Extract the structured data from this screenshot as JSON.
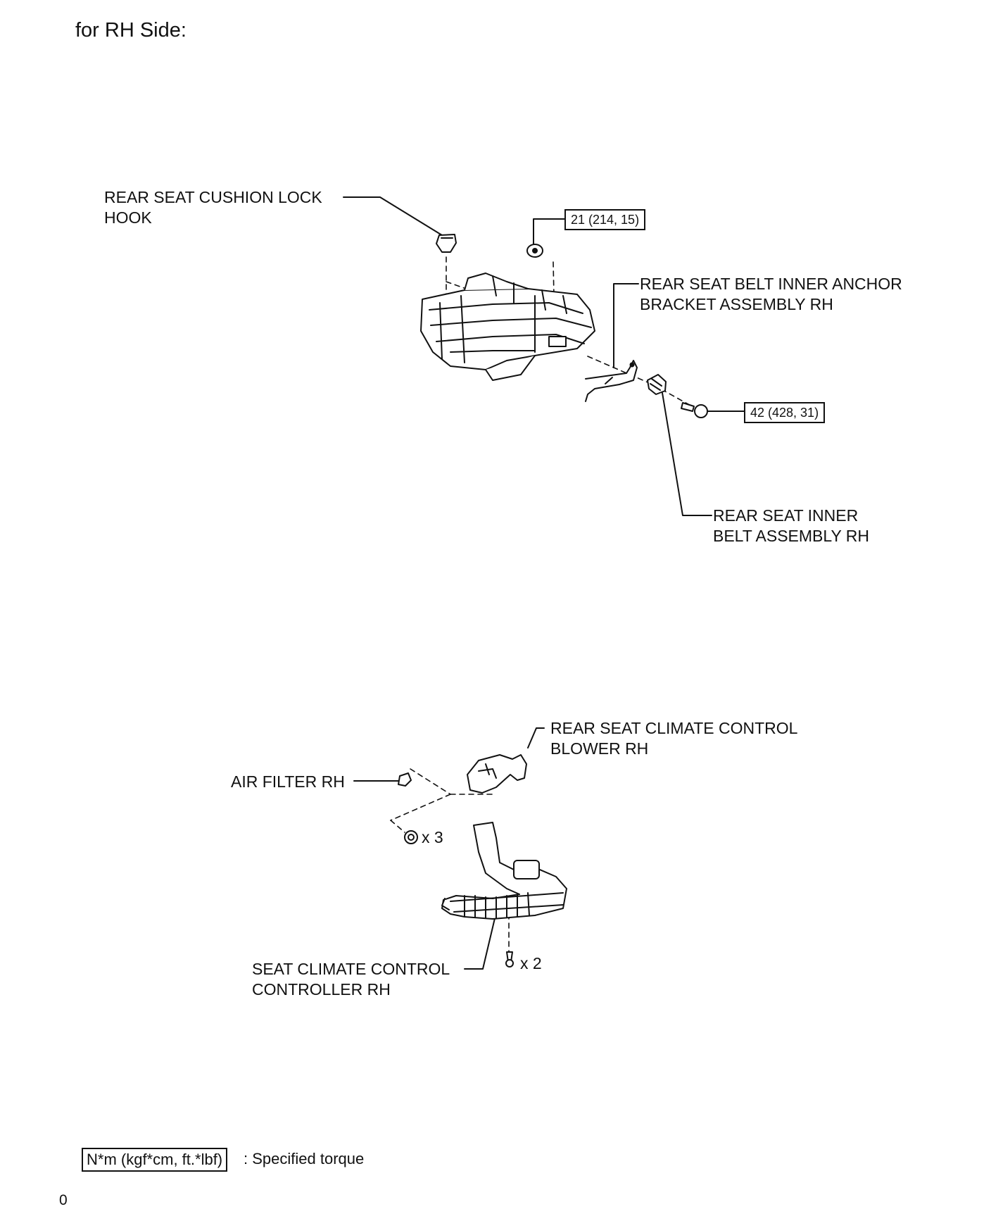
{
  "header": {
    "title": "for RH Side:"
  },
  "top_assembly": {
    "labels": {
      "lock_hook": "REAR SEAT CUSHION LOCK\nHOOK",
      "anchor_bracket": "REAR SEAT BELT INNER ANCHOR\nBRACKET ASSEMBLY RH",
      "inner_belt": "REAR SEAT INNER\nBELT ASSEMBLY RH"
    },
    "torques": {
      "nut_torque": "21 (214, 15)",
      "bolt_torque": "42 (428, 31)"
    }
  },
  "bottom_assembly": {
    "labels": {
      "blower": "REAR SEAT CLIMATE CONTROL\nBLOWER RH",
      "air_filter": "AIR FILTER RH",
      "controller": "SEAT CLIMATE CONTROL\nCONTROLLER RH"
    },
    "quantities": {
      "nuts": "x 3",
      "screws": "x 2"
    }
  },
  "legend": {
    "unit_box": "N*m (kgf*cm, ft.*lbf)",
    "text": ": Specified torque"
  },
  "footer": {
    "page_number": "0"
  }
}
